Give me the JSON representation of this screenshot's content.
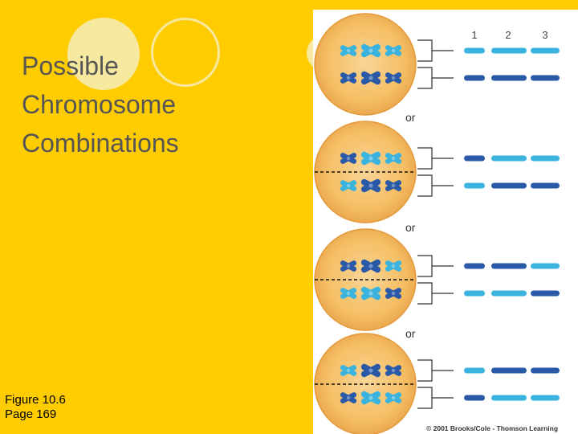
{
  "slide": {
    "title_lines": [
      "Possible",
      "Chromosome",
      "Combinations"
    ],
    "caption_lines": [
      "Figure 10.6",
      "Page 169"
    ]
  },
  "figure": {
    "column_labels": [
      "1",
      "2",
      "3"
    ],
    "separator_labels": [
      "or",
      "or",
      "or"
    ],
    "credit": "© 2001 Brooks/Cole - Thomson Learning",
    "colors": {
      "cell_fill": "#F5BE63",
      "cell_edge": "#E59A3A",
      "light_chromosome": "#3AB3DE",
      "dark_chromosome": "#2A59A8"
    }
  },
  "combinations": [
    {
      "top_row": [
        "light",
        "light",
        "light"
      ],
      "bottom_row": [
        "dark",
        "dark",
        "dark"
      ]
    },
    {
      "top_row": [
        "dark",
        "light",
        "light"
      ],
      "bottom_row": [
        "light",
        "dark",
        "dark"
      ]
    },
    {
      "top_row": [
        "dark",
        "dark",
        "light"
      ],
      "bottom_row": [
        "light",
        "light",
        "dark"
      ]
    },
    {
      "top_row": [
        "light",
        "dark",
        "dark"
      ],
      "bottom_row": [
        "dark",
        "light",
        "light"
      ]
    }
  ]
}
